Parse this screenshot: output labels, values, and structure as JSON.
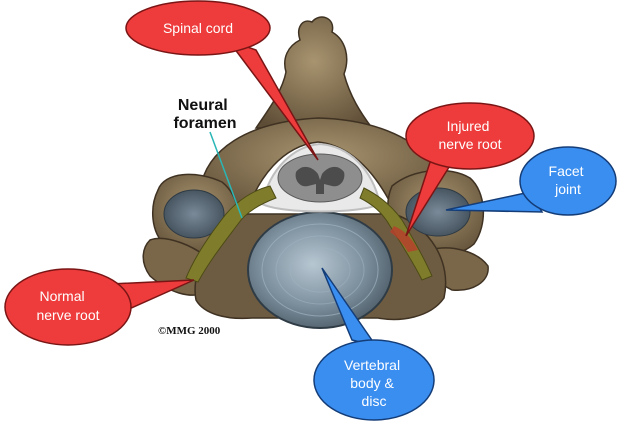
{
  "diagram": {
    "callouts": {
      "spinal_cord": {
        "lines": [
          "Spinal cord"
        ]
      },
      "injured_nerve_root": {
        "lines": [
          "Injured",
          "nerve root"
        ]
      },
      "facet_joint": {
        "lines": [
          "Facet",
          "joint"
        ]
      },
      "normal_nerve_root": {
        "lines": [
          "Normal",
          "nerve root"
        ]
      },
      "vertebral_body_disc": {
        "lines": [
          "Vertebral",
          "body &",
          "disc"
        ]
      }
    },
    "neural_foramen_label": [
      "Neural",
      "foramen"
    ],
    "copyright": "©MMG 2000"
  },
  "colors": {
    "red_callout": "#ee3b3b",
    "blue_callout": "#3a8ef0",
    "bone": "#8d7a5c",
    "bone_dark": "#5d4b33",
    "disc": "#8aa0b0",
    "nerve": "#7f7d2c",
    "cord": "#8a8a8a"
  }
}
